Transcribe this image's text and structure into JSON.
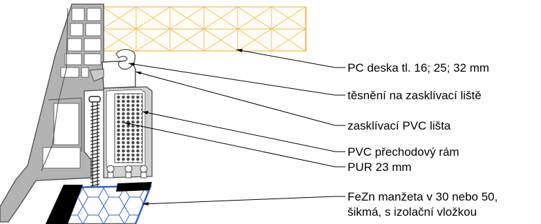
{
  "labels": {
    "pc_board": "PC deska tl. 16; 25; 32 mm",
    "seal": "těsnění na zasklívací liště",
    "glazing_bead": "zasklívací PVC lišta",
    "pvc_frame": "PVC přechodový rám",
    "pur": "PUR 23 mm",
    "sleeve_line1": "FeZn manžeta v 30 nebo 50,",
    "sleeve_line2": "šikmá, s izolační vložkou"
  },
  "colors": {
    "polycarbonate": "#f5b84c",
    "profile_fill": "#b3b3b3",
    "profile_stroke": "#4a4a4a",
    "chamber_fill": "#ffffff",
    "insulation_hex": "#2f62c8",
    "leader": "#000000",
    "sleeve": "#000000"
  }
}
